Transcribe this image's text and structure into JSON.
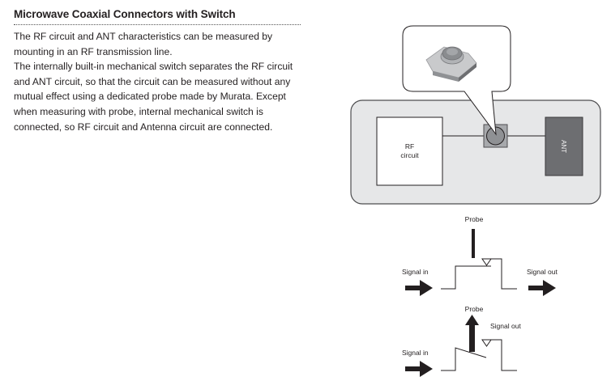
{
  "header": {
    "title": "Microwave Coaxial Connectors with Switch"
  },
  "description": {
    "paragraphs": [
      "The RF circuit and ANT characteristics can be measured by mounting in an RF transmission line.",
      "The internally built-in mechanical switch separates the RF circuit and ANT circuit, so that the circuit can be measured without any mutual effect using a dedicated probe made by Murata. Except when measuring with probe, internal mechanical switch is connected, so RF circuit and Antenna circuit are connected."
    ]
  },
  "block_diagram": {
    "rf_label_line1": "RF",
    "rf_label_line2": "circuit",
    "ant_label": "ANT",
    "connector_image": "coaxial-connector-photo"
  },
  "switch_diagram_connected": {
    "probe_label": "Probe",
    "signal_in_label": "Signal in",
    "signal_out_label": "Signal out"
  },
  "switch_diagram_probe": {
    "probe_label": "Probe",
    "signal_in_label": "Signal in",
    "signal_out_label": "Signal out"
  },
  "colors": {
    "text": "#231f20",
    "board": "#e6e7e8",
    "ant_block": "#6d6e71",
    "connector": "#a7a9ac",
    "arrow": "#231f20"
  }
}
